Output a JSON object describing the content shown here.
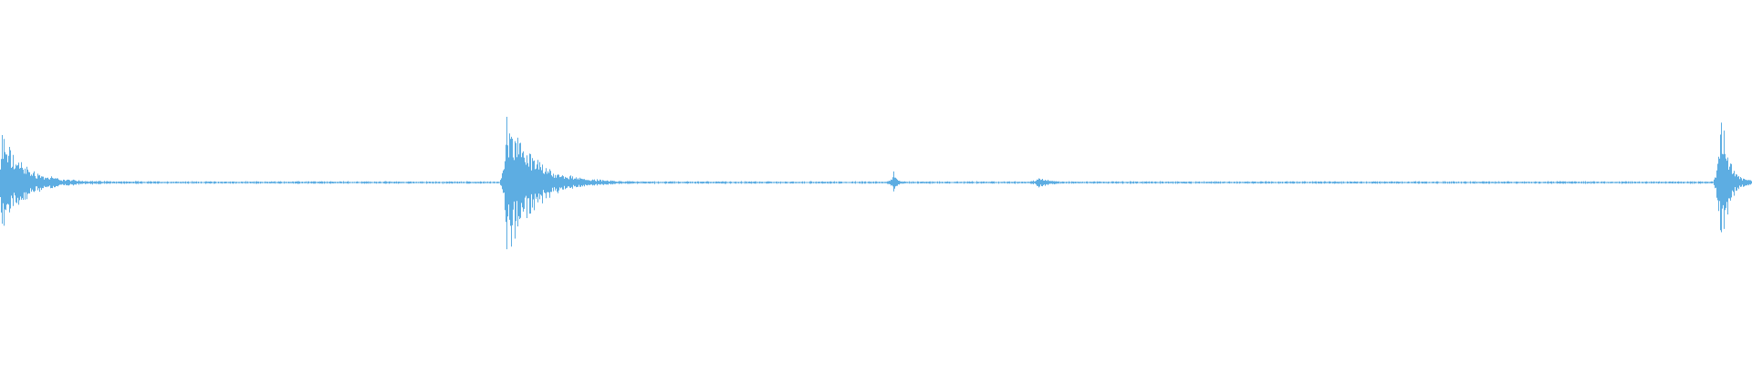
{
  "waveform": {
    "color": "#5dade2",
    "background": "#ffffff",
    "bursts": [
      {
        "name": "burst-1",
        "position_fraction": 0.001,
        "amplitude": 0.52,
        "decay": 0.012
      },
      {
        "name": "burst-2",
        "position_fraction": 0.289,
        "amplitude": 0.8,
        "decay": 0.014
      },
      {
        "name": "burst-3",
        "position_fraction": 0.51,
        "amplitude": 0.13,
        "decay": 0.0015
      },
      {
        "name": "burst-4",
        "position_fraction": 0.592,
        "amplitude": 0.06,
        "decay": 0.004
      },
      {
        "name": "burst-5",
        "position_fraction": 0.982,
        "amplitude": 0.98,
        "decay": 0.004
      }
    ],
    "noise_level": 0.01
  }
}
